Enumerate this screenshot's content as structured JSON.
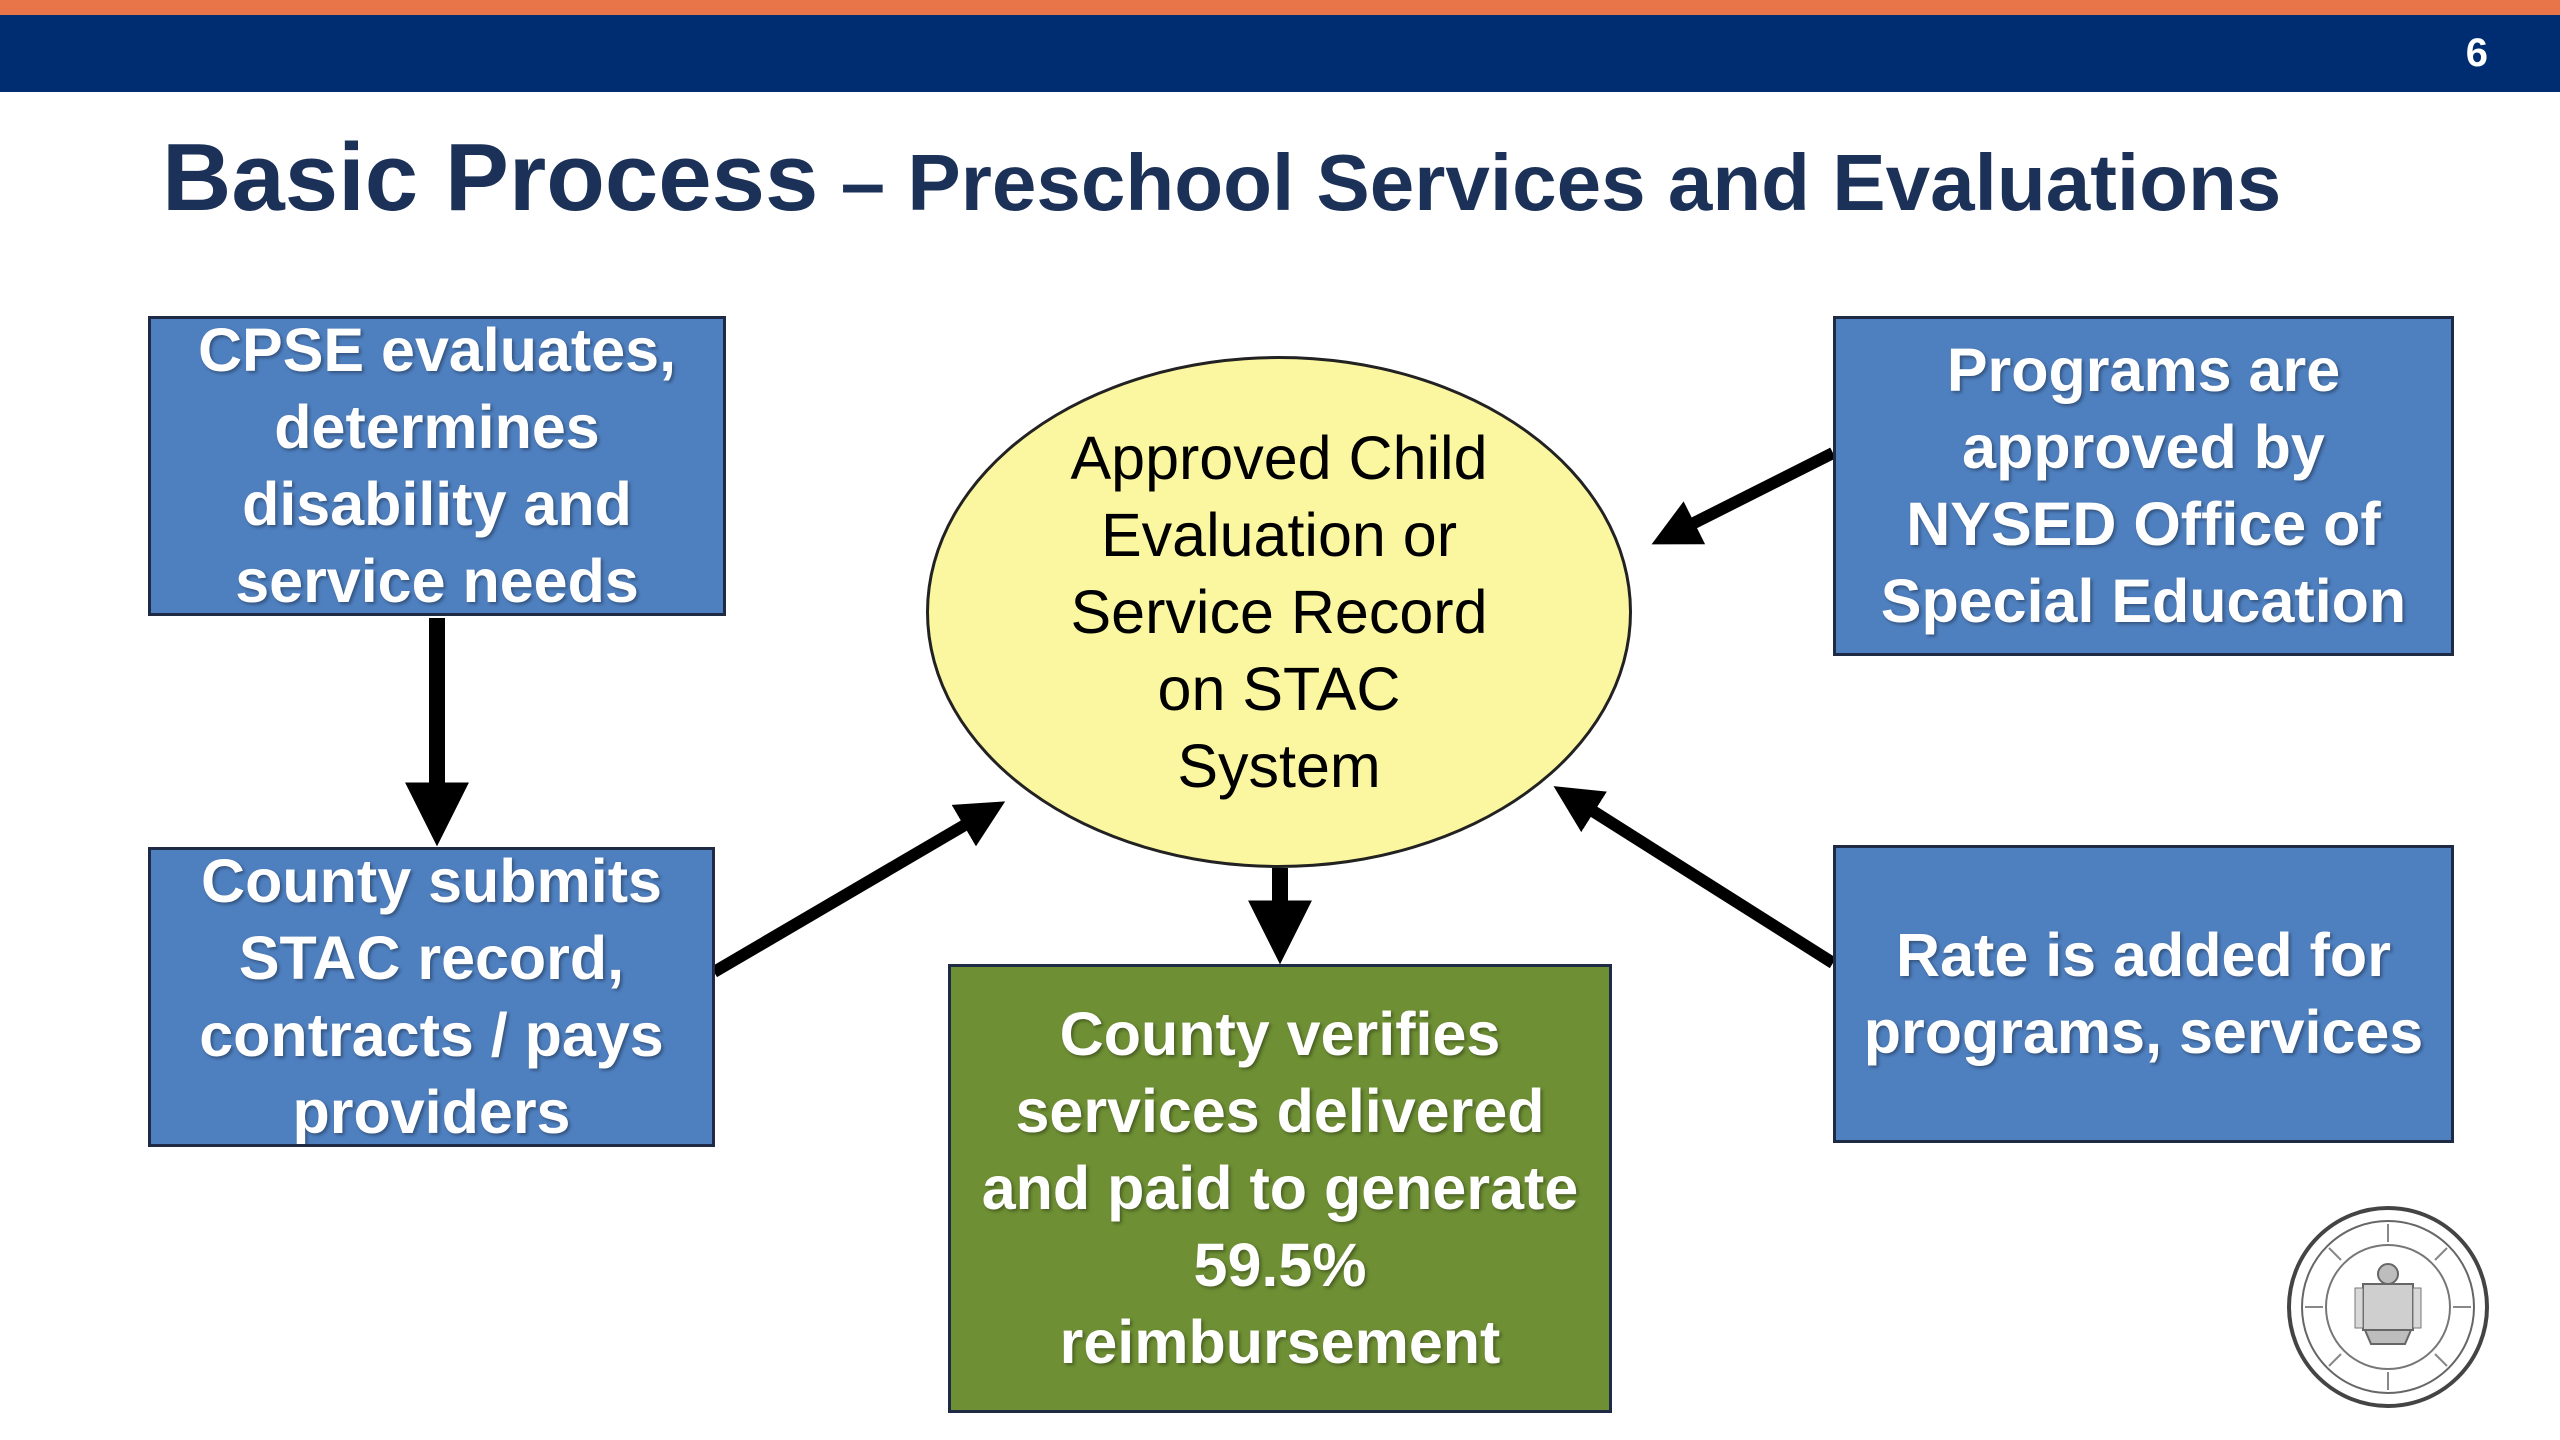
{
  "colors": {
    "header_orange": "#e8744a",
    "header_navy": "#002d72",
    "title_navy": "#1c3157",
    "box_blue": "#4e7fbf",
    "box_green": "#6e8f34",
    "ellipse_yellow": "#fbf7a0",
    "arrow": "#000000"
  },
  "header": {
    "page_number": "6"
  },
  "title": {
    "main": "Basic Process",
    "separator": " – ",
    "sub": "Preschool Services and Evaluations"
  },
  "nodes": {
    "cpse": "CPSE evaluates, determines disability and service needs",
    "county_submits": "County submits STAC record, contracts / pays providers",
    "center": "Approved Child Evaluation or Service Record on STAC System",
    "programs": "Programs are approved by NYSED Office of Special Education",
    "rate": "Rate is added for programs, services",
    "county_verifies": "County verifies services delivered and paid to generate 59.5% reimbursement"
  },
  "icons": {
    "seal": "state-seal-icon"
  }
}
